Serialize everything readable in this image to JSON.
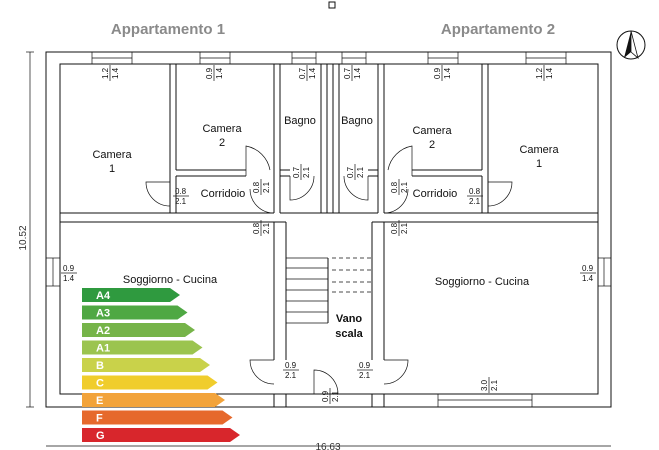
{
  "titles": {
    "left": "Appartamento 1",
    "right": "Appartamento 2"
  },
  "rooms": {
    "camera1_left": {
      "name": "Camera",
      "num": "1"
    },
    "camera2_left": {
      "name": "Camera",
      "num": "2"
    },
    "bagno_left": "Bagno",
    "bagno_right": "Bagno",
    "camera2_right": {
      "name": "Camera",
      "num": "2"
    },
    "camera1_right": {
      "name": "Camera",
      "num": "1"
    },
    "corridoio_left": "Corridoio",
    "corridoio_right": "Corridoio",
    "soggiorno_left": "Soggiorno - Cucina",
    "soggiorno_right": "Soggiorno - Cucina",
    "vano_scala": {
      "line1": "Vano",
      "line2": "scala"
    }
  },
  "openings": {
    "w_top_camera1_left": [
      "1.2",
      "1.4"
    ],
    "w_top_camera2_left": [
      "0.9",
      "1.4"
    ],
    "w_top_bagno_left": [
      "0.7",
      "1.4"
    ],
    "w_top_bagno_right": [
      "0.7",
      "1.4"
    ],
    "w_top_camera2_right": [
      "0.9",
      "1.4"
    ],
    "w_top_camera1_right": [
      "1.2",
      "1.4"
    ],
    "d_camera2_left": [
      "0.8",
      "2.1"
    ],
    "d_bagno_left": [
      "0.7",
      "2.1"
    ],
    "d_bagno_right": [
      "0.7",
      "2.1"
    ],
    "d_camera2_right": [
      "0.8",
      "2.1"
    ],
    "d_camera1_left": [
      "0.8",
      "2.1"
    ],
    "d_camera1_right": [
      "0.8",
      "2.1"
    ],
    "d_corr_left": [
      "0.8",
      "2.1"
    ],
    "d_corr_right": [
      "0.8",
      "2.1"
    ],
    "w_left_side": [
      "0.9",
      "1.4"
    ],
    "w_right_side": [
      "0.9",
      "1.4"
    ],
    "d_entry_left": [
      "0.9",
      "2.1"
    ],
    "d_entry_right": [
      "0.9",
      "2.1"
    ],
    "d_main": [
      "0.9",
      "2.1"
    ],
    "w_bottom_right": [
      "3.0",
      "2.1"
    ]
  },
  "dimensions": {
    "height": "10.52",
    "width": "16.63"
  },
  "energy_classes": [
    {
      "label": "A4",
      "color": "#2f9a3f"
    },
    {
      "label": "A3",
      "color": "#4fa843"
    },
    {
      "label": "A2",
      "color": "#76b449"
    },
    {
      "label": "A1",
      "color": "#9bc44f"
    },
    {
      "label": "B",
      "color": "#c9d24a"
    },
    {
      "label": "C",
      "color": "#f0cd2c"
    },
    {
      "label": "E",
      "color": "#f2a33a"
    },
    {
      "label": "F",
      "color": "#e6692c"
    },
    {
      "label": "G",
      "color": "#d8262c"
    }
  ]
}
